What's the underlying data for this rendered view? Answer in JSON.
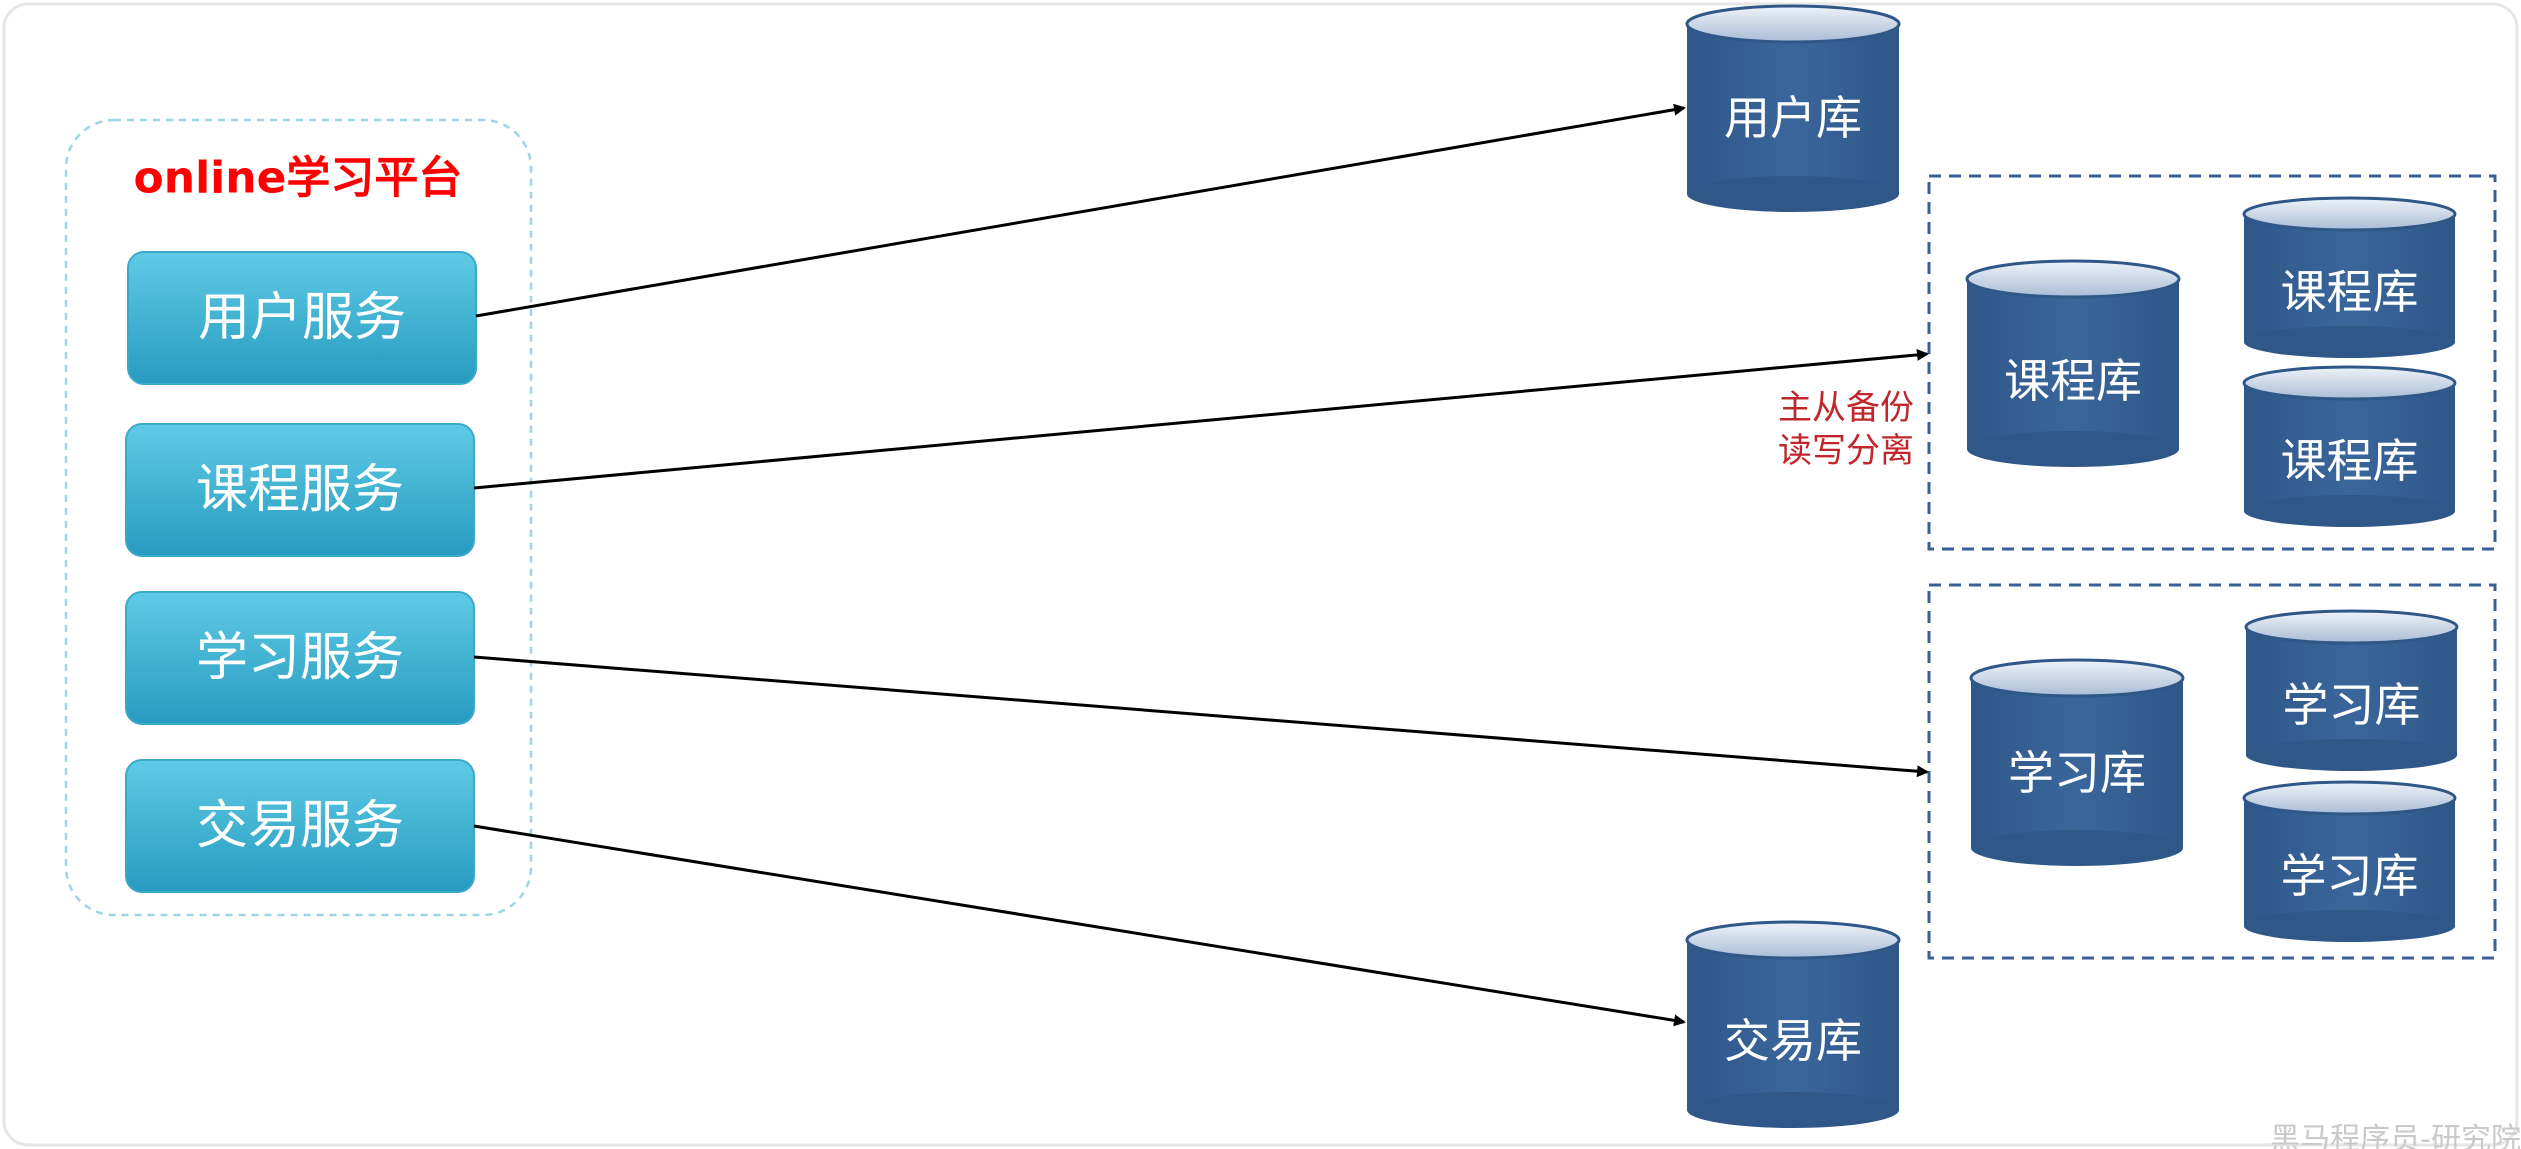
{
  "platform": {
    "title": "online学习平台"
  },
  "services": [
    "用户服务",
    "课程服务",
    "学习服务",
    "交易服务"
  ],
  "databases": {
    "user": "用户库",
    "course": "课程库",
    "study": "学习库",
    "trade": "交易库"
  },
  "annotation": {
    "line1": "主从备份",
    "line2": "读写分离"
  },
  "watermark": "黑马程序员-研究院",
  "colors": {
    "service_box_top": "#5cc8e4",
    "service_box_bottom": "#2a9cc0",
    "database": "#345f92",
    "database_top": "#c7d3e3",
    "title": "#ff0000",
    "annotation": "#c0262b",
    "dashed_group": "#3a5f94",
    "platform_border": "#9fd3e6"
  }
}
